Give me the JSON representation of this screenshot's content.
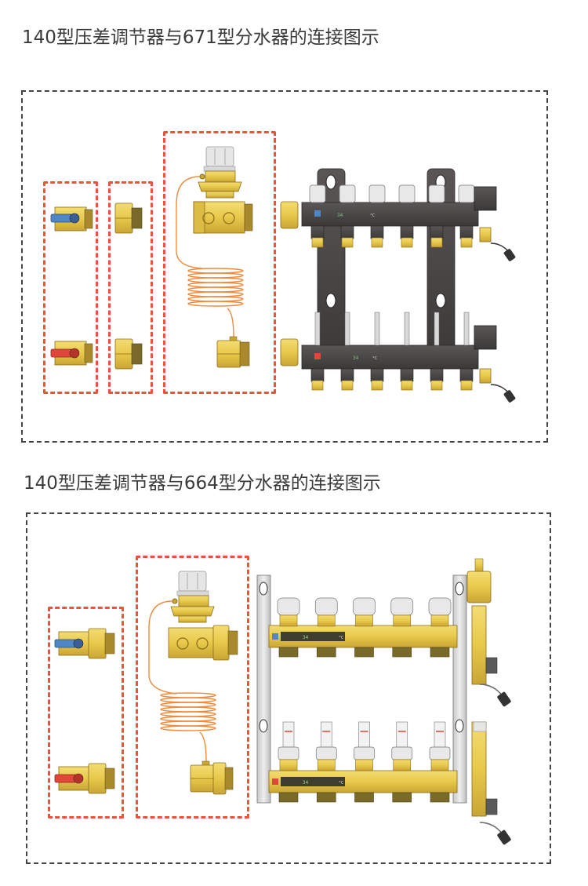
{
  "sections": [
    {
      "title": "140型压差调节器与671型分水器的连接图示",
      "manifold_model": "671",
      "manifold_finish": "black composite",
      "outlets": 6,
      "thermometer": {
        "reading": "34",
        "unit": "°C"
      },
      "groups": [
        {
          "name": "ball-valves",
          "items": [
            "blue-handle-ball-valve",
            "red-handle-ball-valve"
          ]
        },
        {
          "name": "adapters",
          "items": [
            "brass-adapter-fitting",
            "brass-adapter-fitting"
          ]
        },
        {
          "name": "differential-pressure-regulator",
          "items": [
            "140-regulator-valve",
            "capillary-tube",
            "capillary-connection-fitting"
          ]
        }
      ]
    },
    {
      "title": "140型压差调节器与664型分水器的连接图示",
      "manifold_model": "664",
      "manifold_finish": "brass",
      "outlets": 5,
      "thermometer": {
        "reading": "34",
        "unit": "°C"
      },
      "groups": [
        {
          "name": "ball-valves",
          "items": [
            "blue-handle-ball-valve",
            "red-handle-ball-valve"
          ]
        },
        {
          "name": "differential-pressure-regulator",
          "items": [
            "140-regulator-valve",
            "capillary-tube",
            "capillary-connection-fitting"
          ]
        }
      ]
    }
  ],
  "colors": {
    "brass": "#e8c94a",
    "brass_dark": "#b8962a",
    "frame_dash": "#444444",
    "group_dash": "#f0503c",
    "capillary": "#f28a3c",
    "manifold_black": "#4a4646",
    "cap_white": "#e6e6e6",
    "handle_blue": "#4f86c6",
    "handle_red": "#e0463a"
  }
}
